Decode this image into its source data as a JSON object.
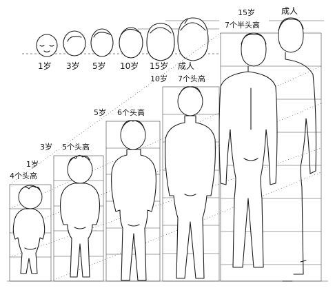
{
  "head_row": {
    "labels": [
      "1岁",
      "3岁",
      "5岁",
      "10岁",
      "15岁",
      "成人"
    ]
  },
  "figures": [
    {
      "age": "1岁",
      "proportion": "4个头高"
    },
    {
      "age": "3岁",
      "proportion": "5个头高"
    },
    {
      "age": "5岁",
      "proportion": "6个头高"
    },
    {
      "age": "10岁",
      "proportion": "7个头高"
    },
    {
      "age": "15岁",
      "proportion": "7个半头高"
    },
    {
      "age": "成人",
      "proportion": ""
    }
  ]
}
